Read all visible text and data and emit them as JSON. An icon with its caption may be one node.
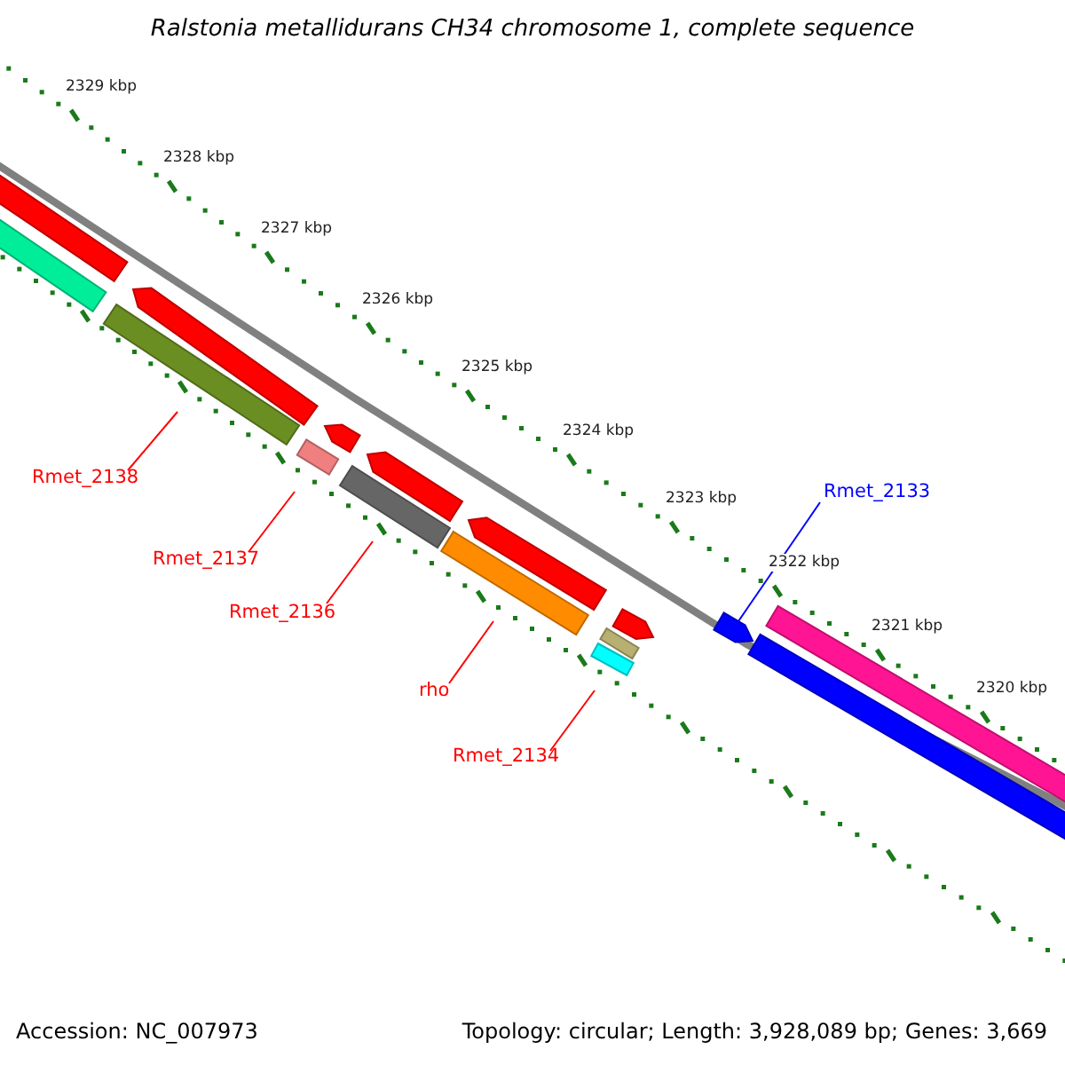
{
  "diagram": {
    "title": "Ralstonia metallidurans CH34 chromosome 1, complete sequence",
    "nodes": [
      {
        "text": [
          "Rmet_2138"
        ]
      },
      {
        "text": [],
        "shape": "bar"
      },
      {
        "text": [
          "Rmet_2137"
        ]
      },
      {
        "text": [],
        "shape": "bar"
      },
      {
        "text": [
          "Rmet_2136"
        ]
      },
      {
        "text": [],
        "shape": "bar"
      },
      {
        "text": [
          "rho"
        ]
      },
      {
        "text": [],
        "shape": "bar"
      },
      {
        "text": [
          "Rmet_2134"
        ]
      },
      {
        "text": [],
        "shape": "bar"
      },
      {
        "text": [
          "Rmet_2133"
        ]
      },
      {
        "text": [],
        "shape": "arrow"
      },
      {
        "text": [],
        "shape": "bar"
      },
      {
        "text": [],
        "shape": "bar"
      },
      {
        "text": [],
        "shape": "arrow"
      },
      {
        "text": [],
        "shape": "arrow"
      },
      {
        "text": [],
        "shape": "arrow"
      },
      {
        "text": [],
        "shape": "arrow"
      },
      {
        "text": [],
        "shape": "arrow"
      },
      {
        "text": [],
        "shape": "bar"
      },
      {
        "text": [],
        "shape": "bar"
      },
      {
        "text": [],
        "shape": "bar"
      }
    ],
    "edges": [
      {
        "from": 0,
        "to": 1,
        "arrow": "none"
      },
      {
        "from": 2,
        "to": 3,
        "arrow": "none"
      },
      {
        "from": 4,
        "to": 5,
        "arrow": "none"
      },
      {
        "from": 6,
        "to": 7,
        "arrow": "none"
      },
      {
        "from": 8,
        "to": 9,
        "arrow": "none"
      },
      {
        "from": 10,
        "to": 11,
        "arrow": "none",
        "color": "#0000ff"
      }
    ],
    "labels": [
      "2329 kbp",
      "2328 kbp",
      "2327 kbp",
      "2326 kbp",
      "2325 kbp",
      "2324 kbp",
      "2323 kbp",
      "2322 kbp",
      "2321 kbp",
      "2320 kbp",
      "Accession: NC_007973",
      "Topology: circular; Length: 3,928,089 bp; Genes: 3,669"
    ]
  }
}
